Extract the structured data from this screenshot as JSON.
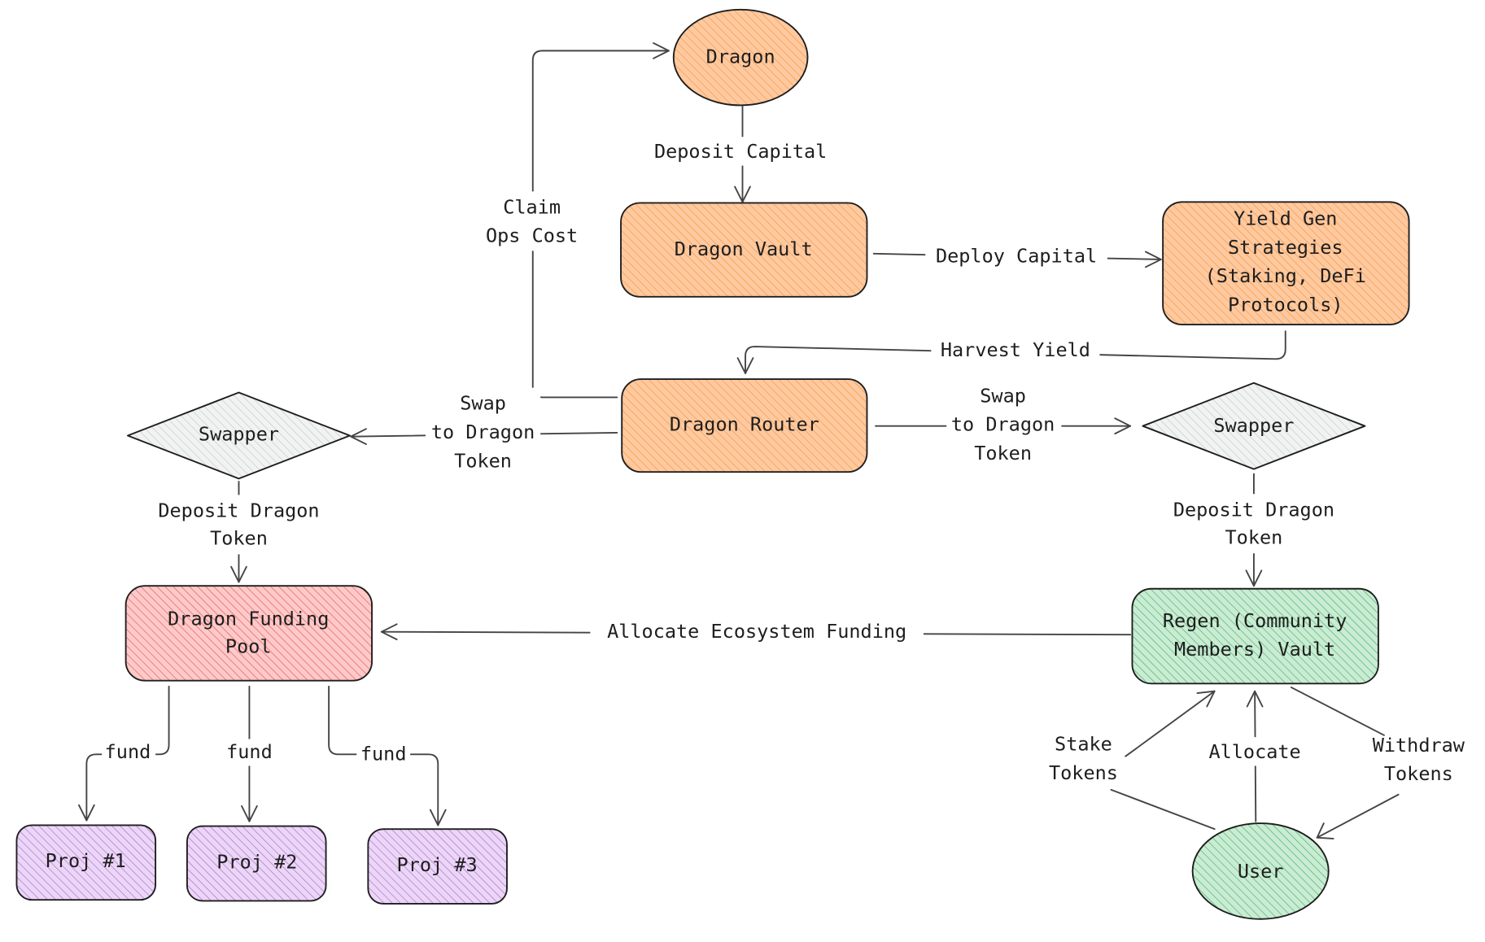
{
  "colors": {
    "orange": "#ffc9a0",
    "orange_hatch": "#f59e4c",
    "gray": "#f1f3f2",
    "gray_hatch": "#c8cfcc",
    "red": "#ffc9c9",
    "red_hatch": "#e06b6b",
    "green": "#c9ecd3",
    "green_hatch": "#5cb87a",
    "purple": "#ecd6f7",
    "purple_hatch": "#b07cd0",
    "stroke": "#1e1e1e"
  },
  "nodes": {
    "dragon": {
      "label": [
        "Dragon"
      ]
    },
    "dragon_vault": {
      "label": [
        "Dragon Vault"
      ]
    },
    "yield_gen": {
      "label": [
        "Yield Gen",
        "Strategies",
        "(Staking, DeFi",
        "Protocols)"
      ]
    },
    "dragon_router": {
      "label": [
        "Dragon Router"
      ]
    },
    "swapper_left": {
      "label": [
        "Swapper"
      ]
    },
    "swapper_right": {
      "label": [
        "Swapper"
      ]
    },
    "funding_pool": {
      "label": [
        "Dragon Funding",
        "Pool"
      ]
    },
    "regen_vault": {
      "label": [
        "Regen (Community",
        "Members) Vault"
      ]
    },
    "proj1": {
      "label": [
        "Proj #1"
      ]
    },
    "proj2": {
      "label": [
        "Proj #2"
      ]
    },
    "proj3": {
      "label": [
        "Proj #3"
      ]
    },
    "user": {
      "label": [
        "User"
      ]
    }
  },
  "edges": {
    "deposit_capital": {
      "label": [
        "Deposit Capital"
      ]
    },
    "deploy_capital": {
      "label": [
        "Deploy Capital"
      ]
    },
    "harvest_yield": {
      "label": [
        "Harvest Yield"
      ]
    },
    "claim_ops": {
      "label": [
        "Claim",
        "Ops Cost"
      ]
    },
    "swap_left": {
      "label": [
        "Swap",
        "to Dragon",
        "Token"
      ]
    },
    "swap_right": {
      "label": [
        "Swap",
        "to Dragon",
        "Token"
      ]
    },
    "deposit_left": {
      "label": [
        "Deposit Dragon",
        "Token"
      ]
    },
    "deposit_right": {
      "label": [
        "Deposit Dragon",
        "Token"
      ]
    },
    "allocate_funding": {
      "label": [
        "Allocate Ecosystem Funding"
      ]
    },
    "fund1": {
      "label": [
        "fund"
      ]
    },
    "fund2": {
      "label": [
        "fund"
      ]
    },
    "fund3": {
      "label": [
        "fund"
      ]
    },
    "stake": {
      "label": [
        "Stake",
        "Tokens"
      ]
    },
    "allocate": {
      "label": [
        "Allocate"
      ]
    },
    "withdraw": {
      "label": [
        "Withdraw",
        "Tokens"
      ]
    }
  }
}
